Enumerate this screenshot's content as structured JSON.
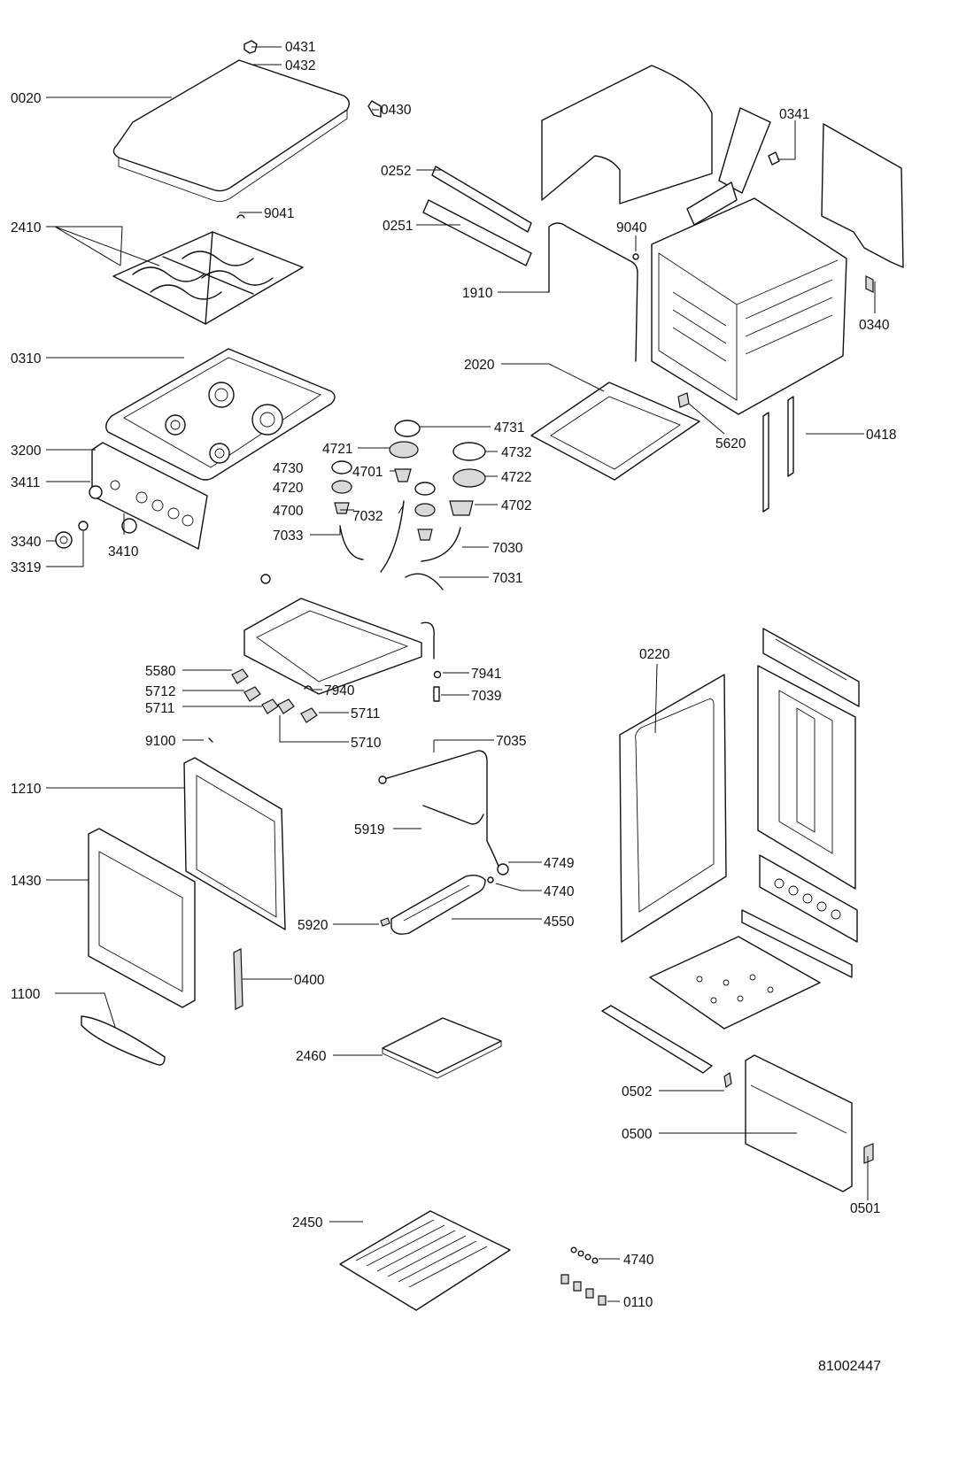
{
  "diagram": {
    "document_number": "81002447",
    "part_labels": [
      "0431",
      "0432",
      "0020",
      "0430",
      "0341",
      "9041",
      "0252",
      "2410",
      "0251",
      "9040",
      "1910",
      "0340",
      "0310",
      "2020",
      "4731",
      "4721",
      "4732",
      "5620",
      "0418",
      "3200",
      "4730",
      "4701",
      "4722",
      "3411",
      "4720",
      "4702",
      "4700",
      "7032",
      "3340",
      "7033",
      "7030",
      "3410",
      "3319",
      "7031",
      "0220",
      "7941",
      "5580",
      "5712",
      "7940",
      "7039",
      "5711",
      "5711",
      "5710",
      "9100",
      "7035",
      "1210",
      "5919",
      "4749",
      "1430",
      "4740",
      "5920",
      "4550",
      "0400",
      "1100",
      "2460",
      "0502",
      "0500",
      "0501",
      "2450",
      "4740",
      "0110"
    ]
  }
}
